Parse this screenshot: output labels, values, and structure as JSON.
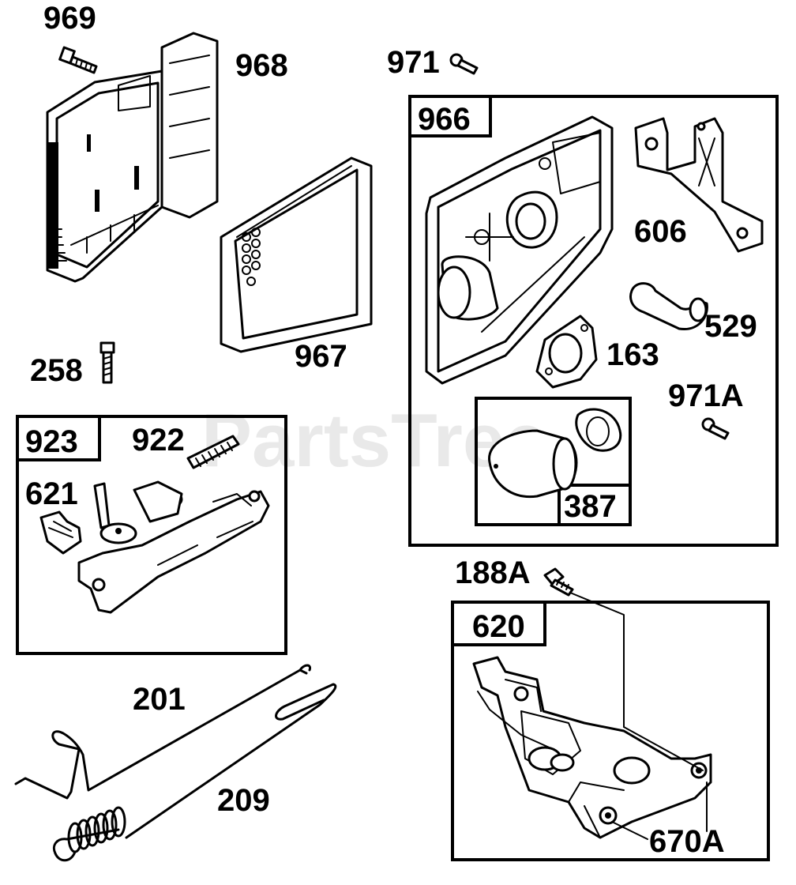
{
  "watermark": "PartsTree",
  "labels": {
    "p969": "969",
    "p968": "968",
    "p971": "971",
    "p966": "966",
    "p606": "606",
    "p529": "529",
    "p163": "163",
    "p971A": "971A",
    "p387": "387",
    "p258": "258",
    "p967": "967",
    "p923": "923",
    "p922": "922",
    "p621": "621",
    "p188A": "188A",
    "p620": "620",
    "p201": "201",
    "p209": "209",
    "p670A": "670A"
  }
}
